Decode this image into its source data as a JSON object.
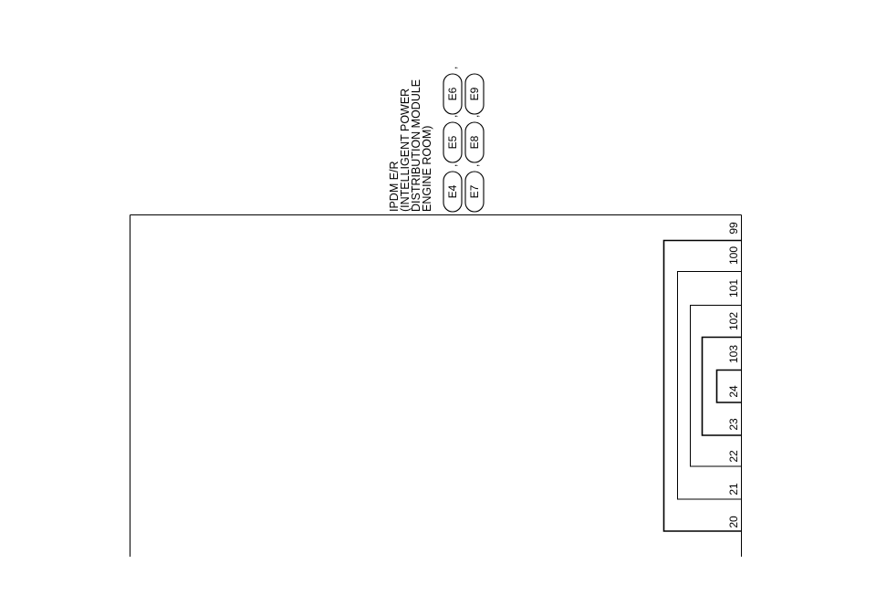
{
  "module": {
    "title_lines": [
      "IPDM E/R",
      "(INTELLIGENT POWER",
      "DISTRIBUTION MODULE",
      "ENGINE ROOM)"
    ]
  },
  "connectors": {
    "row1": [
      "E4",
      "E5",
      "E6"
    ],
    "row2": [
      "E7",
      "E8",
      "E9"
    ],
    "separator": ","
  },
  "terminals": [
    "20",
    "21",
    "22",
    "23",
    "24",
    "103",
    "102",
    "101",
    "100",
    "99"
  ]
}
